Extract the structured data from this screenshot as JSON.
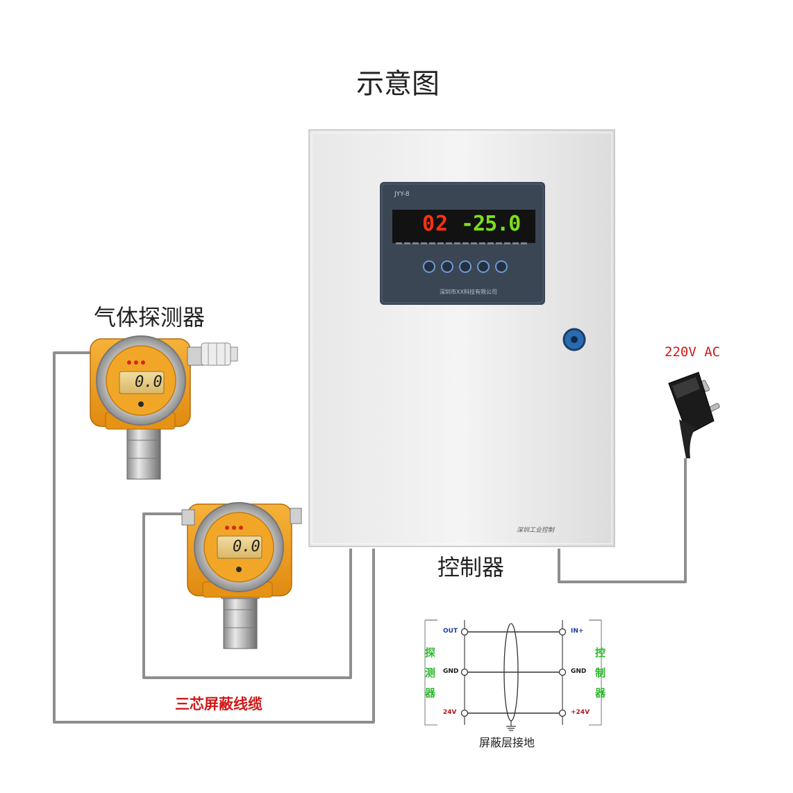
{
  "title": "示意图",
  "labels": {
    "detector": "气体探测器",
    "controller": "控制器",
    "cable": "三芯屏蔽线缆",
    "power": "220V AC"
  },
  "controller_panel": {
    "model": "JYY-8",
    "channel": "02",
    "reading": "-25.0",
    "company": "深圳市XX科技有限公司",
    "brand": "深圳工业控制"
  },
  "detectors": [
    {
      "reading": "0.0"
    },
    {
      "reading": "0.0"
    }
  ],
  "wiring": {
    "left_side": [
      "探",
      "测",
      "器"
    ],
    "right_side": [
      "控",
      "制",
      "器"
    ],
    "left_terminals": [
      "OUT",
      "GND",
      "24V"
    ],
    "right_terminals": [
      "IN+",
      "GND",
      "+24V"
    ],
    "shield_label": "屏蔽层接地"
  },
  "colors": {
    "cable_red_text": "#d01818",
    "power_red_text": "#d01818",
    "wiring_side_green": "#2fb830",
    "terminal_blue": "#1a3f9a",
    "detector_orange": "#f0a020",
    "display_red": "#ff3010",
    "display_green": "#7ae01a"
  }
}
